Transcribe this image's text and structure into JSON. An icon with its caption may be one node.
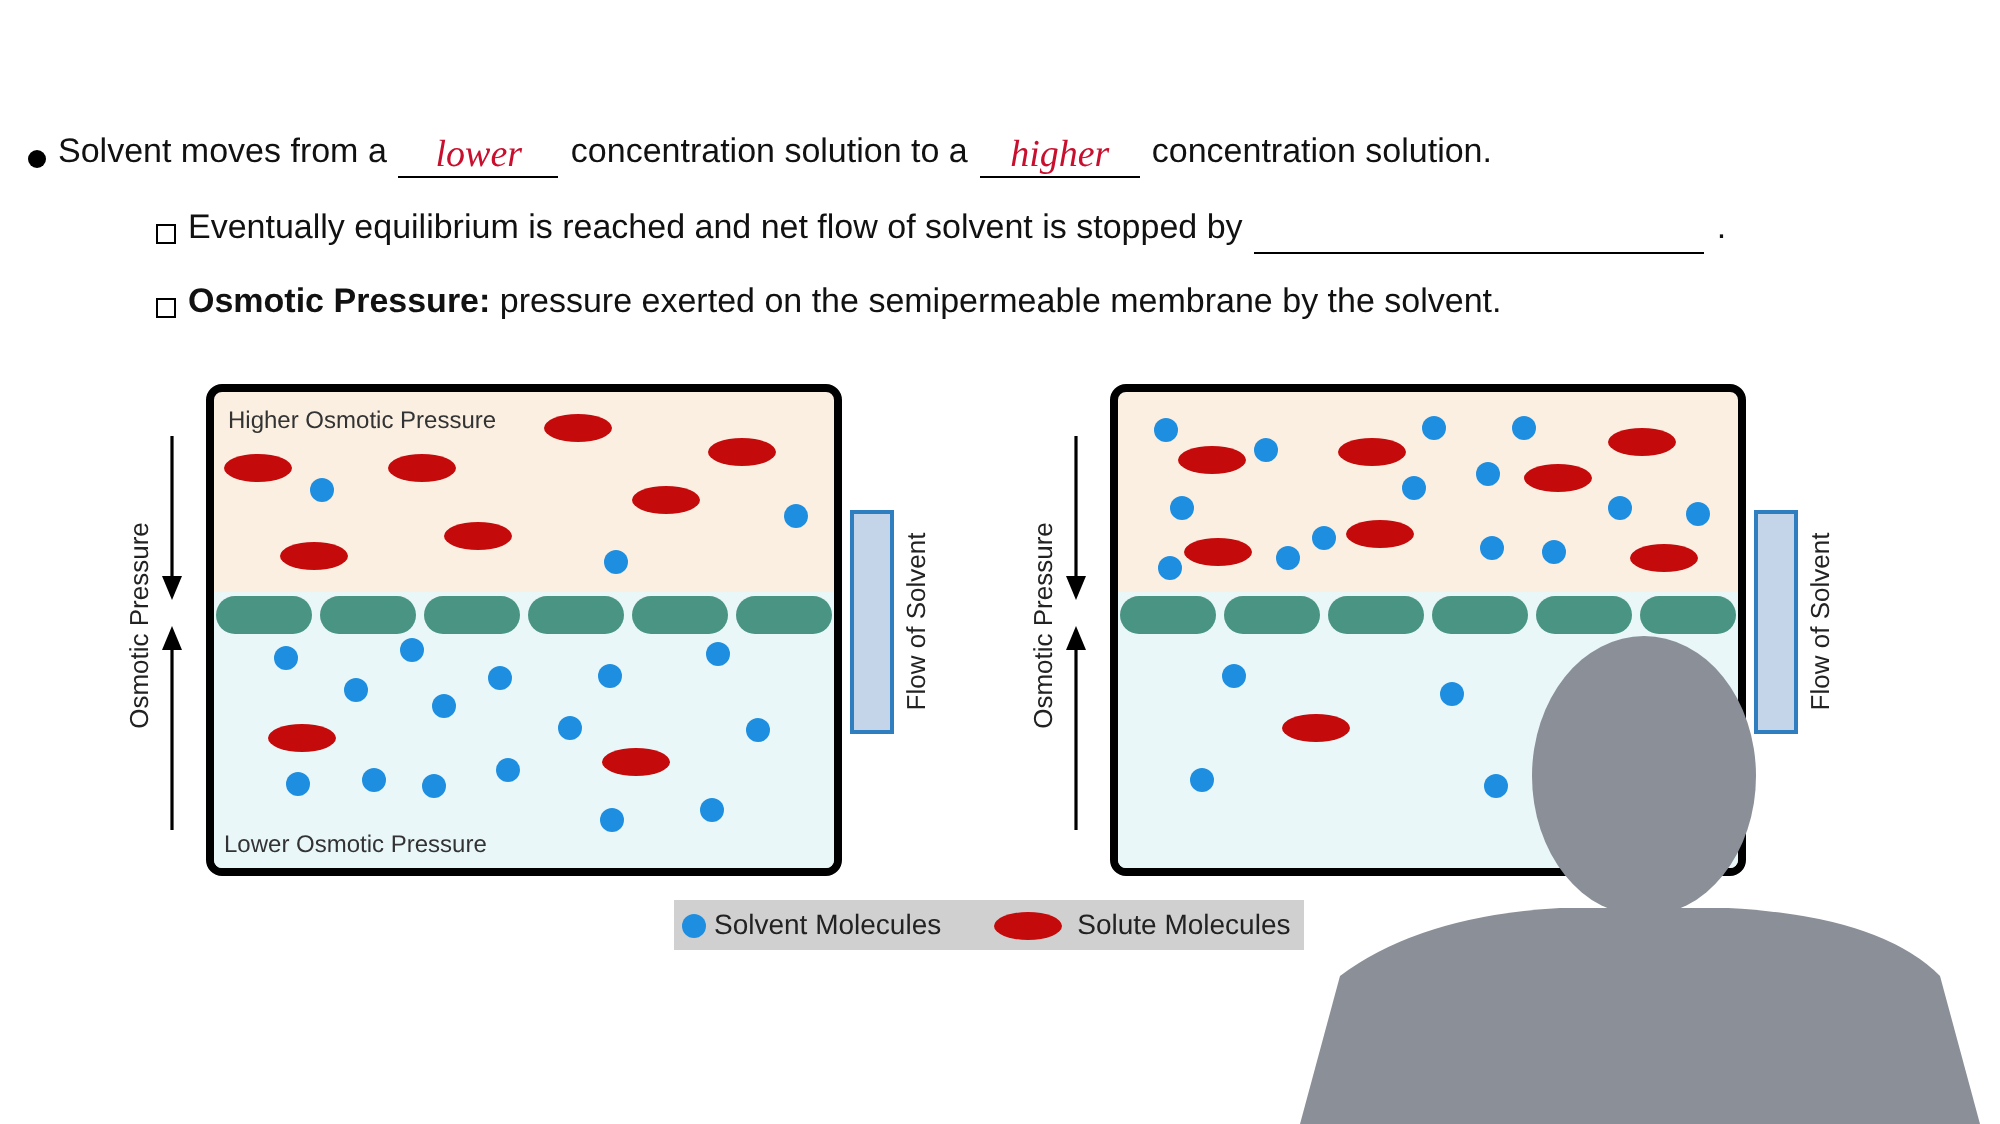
{
  "diagram": {
    "nodes": [
      {
        "text": [],
        "shape": "bar",
        "beside": [
          "Flow of Solvent"
        ]
      },
      {
        "text": [],
        "shape": "bar",
        "beside": [
          "Flow of Solvent"
        ]
      }
    ],
    "labels": [
      "Solvent moves from a",
      "lower",
      "concentration solution to a",
      "higher",
      "concentration solution.",
      "Eventually equilibrium is reached and net flow of solvent is stopped by",
      ".",
      "**Osmotic Pressure:** pressure exerted on the semipermeable membrane by the solvent.",
      "Higher Osmotic Pressure",
      "Lower Osmotic Pressure",
      "Osmotic Pressure",
      "Osmotic Pressure"
    ],
    "legend": [
      {
        "text": "Solvent Molecules",
        "color": "#1e8fe0"
      },
      {
        "text": "Solute Molecules",
        "color": "#c40a0a"
      }
    ]
  }
}
